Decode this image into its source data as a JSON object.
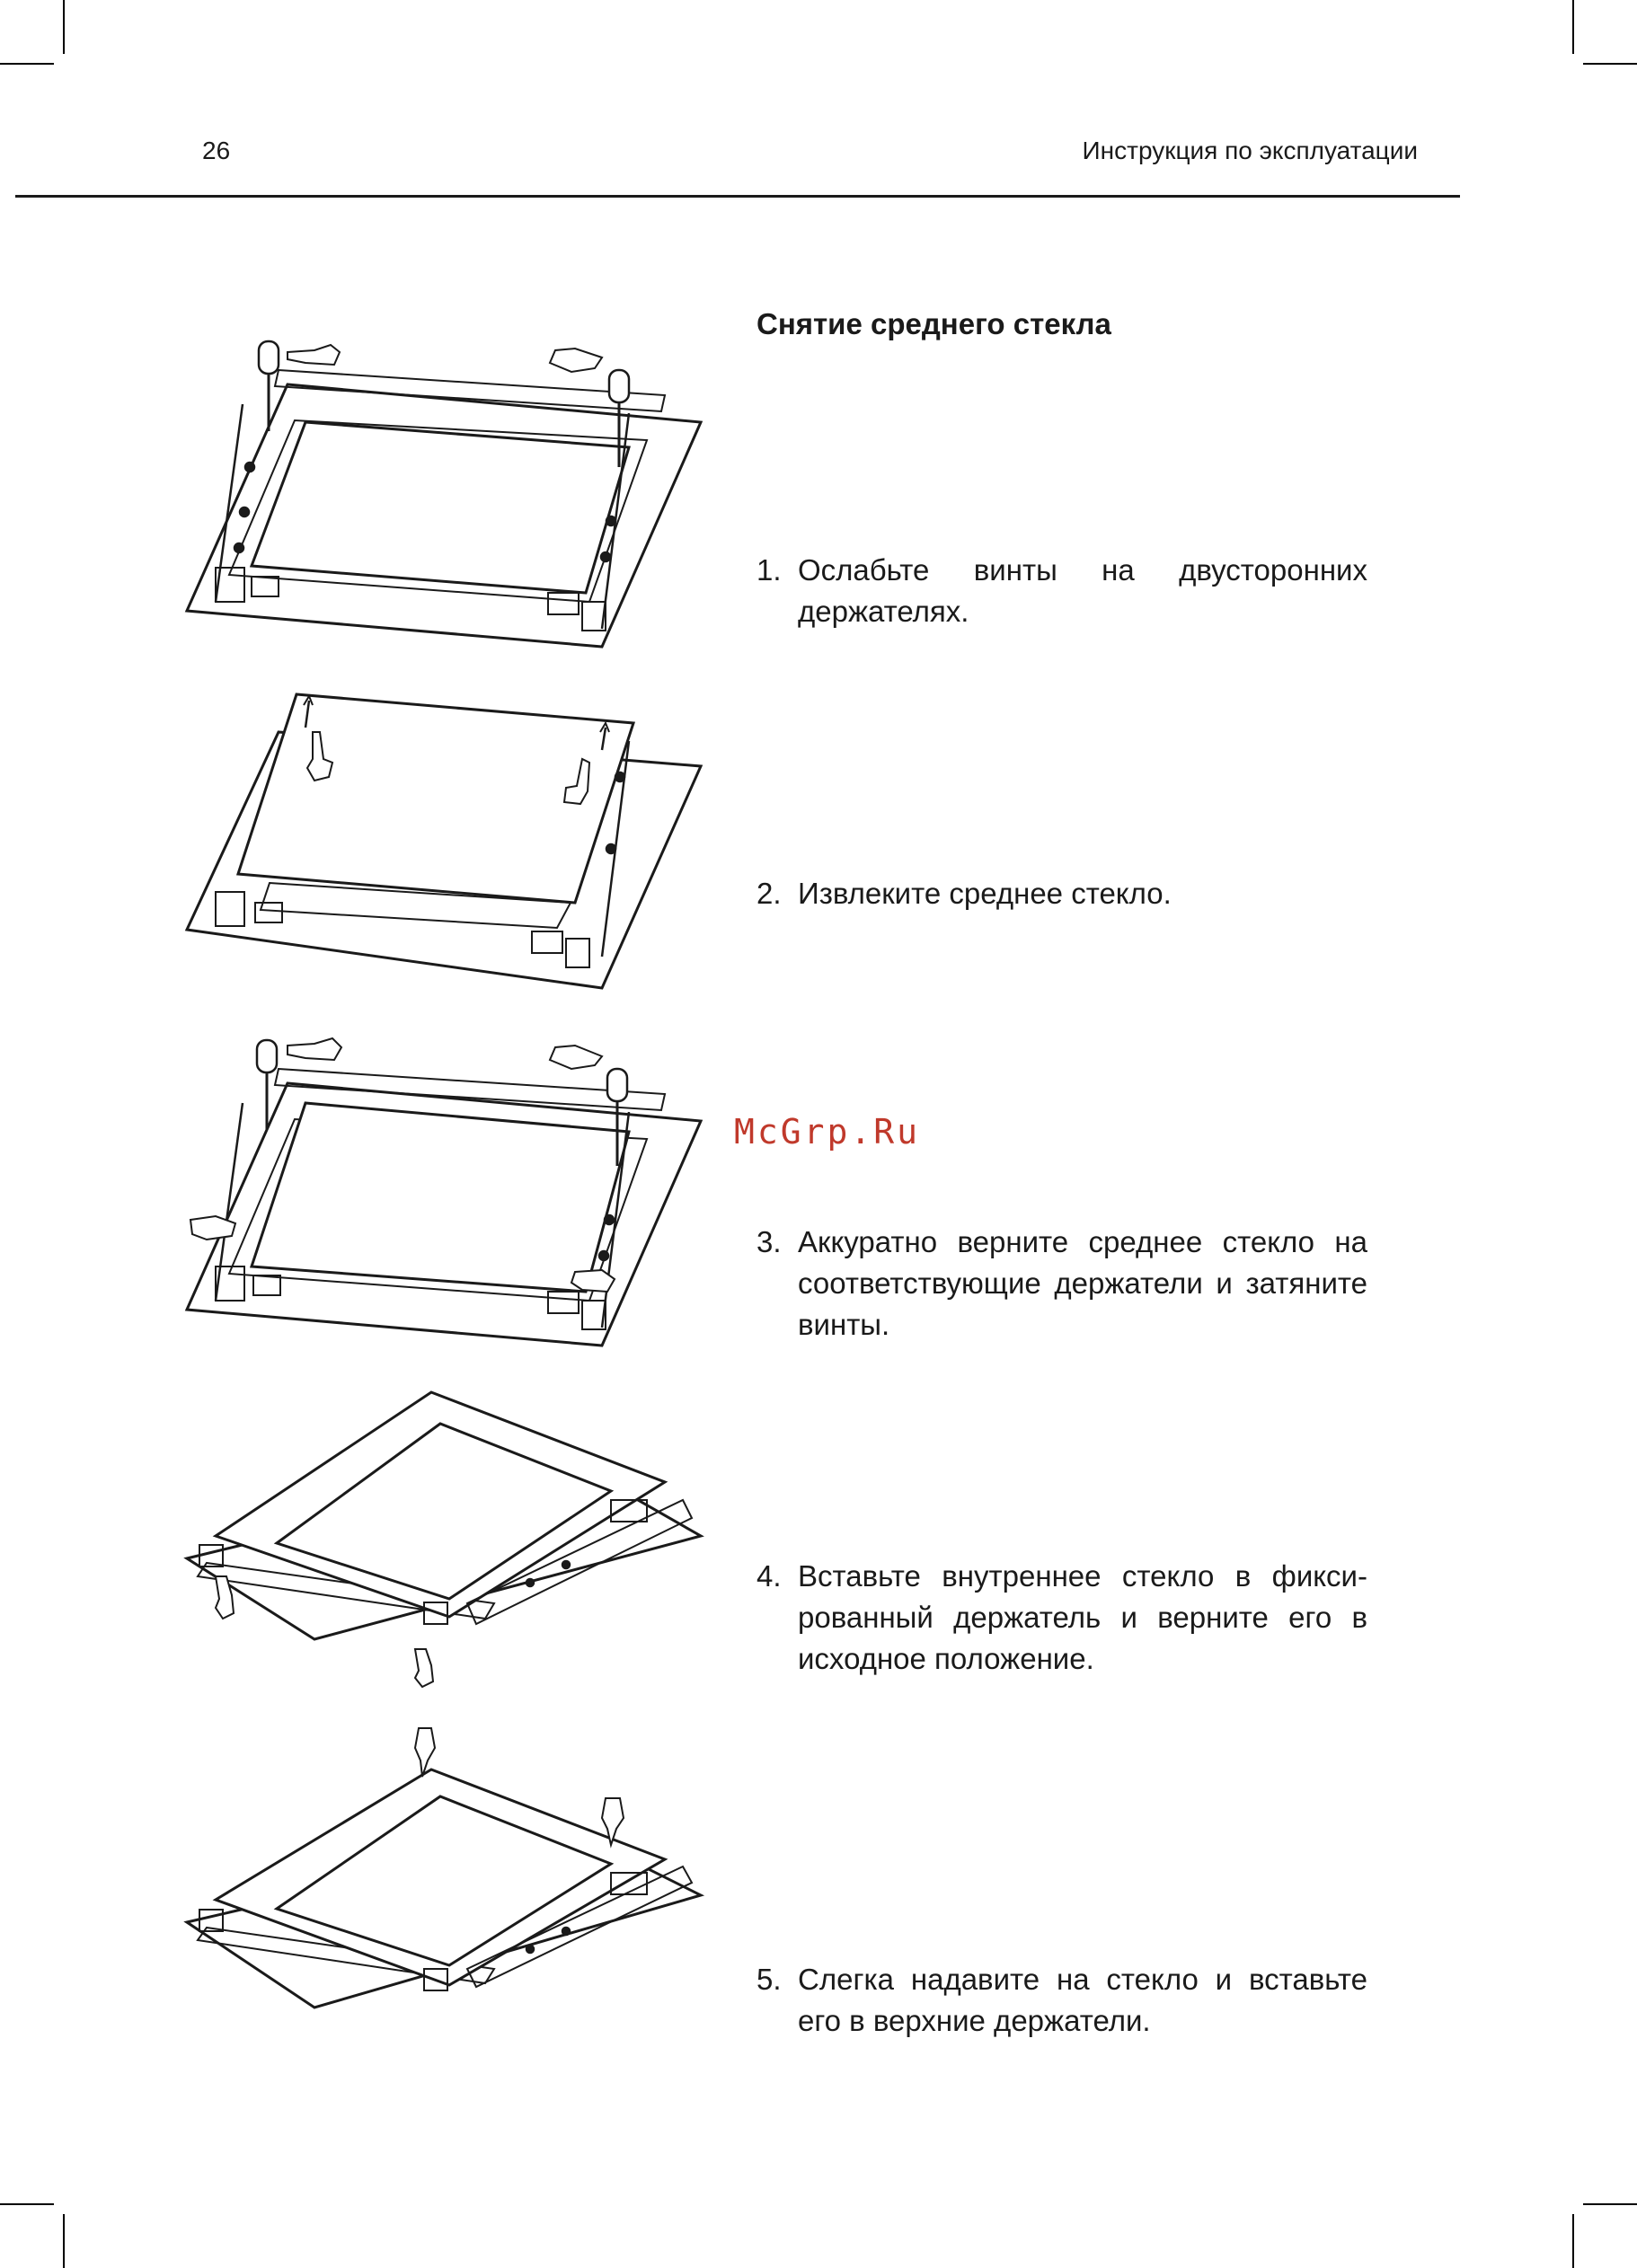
{
  "header": {
    "page_number": "26",
    "title": "Инструкция по эксплуатации"
  },
  "section_title": "Снятие среднего стекла",
  "steps": [
    {
      "number": "1.",
      "text": "Ослабьте винты на двусторонних держателях."
    },
    {
      "number": "2.",
      "text": "Извлеките среднее стекло."
    },
    {
      "number": "3.",
      "text": "Аккуратно верните среднее стекло на соответствующие держатели и за­тяните винты."
    },
    {
      "number": "4.",
      "text": "Вставьте внутреннее стекло в фикси­рованный держатель и верните его в исходное положение."
    },
    {
      "number": "5.",
      "text": "Слегка надавите на стекло и вставьте его в верхние держатели."
    }
  ],
  "watermark": "McGrp.Ru",
  "colors": {
    "text": "#1a1a1a",
    "watermark": "#c0392b"
  },
  "icons": [
    "screwdriver-icon",
    "pointing-hand-icon"
  ]
}
